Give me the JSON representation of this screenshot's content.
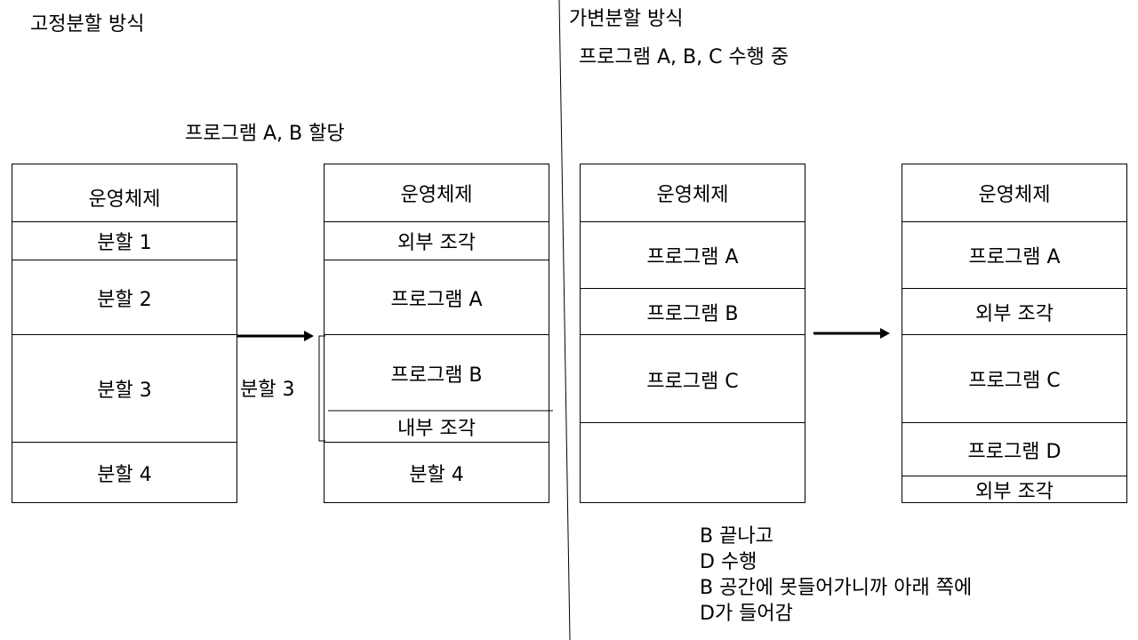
{
  "titles": {
    "fixed": "고정분할 방식",
    "variable": "가변분할 방식",
    "running": "프로그램 A, B, C 수행 중",
    "alloc": "프로그램 A, B 할당"
  },
  "fixed_before": [
    "운영체제",
    "분할 1",
    "분할 2",
    "분할 3",
    "분할 4"
  ],
  "fixed_after": [
    "운영체제",
    "외부 조각",
    "프로그램 A",
    "프로그램 B",
    "내부 조각",
    "분할  4"
  ],
  "bracket_label": "분할 3",
  "var_before": [
    "운영체제",
    "프로그램 A",
    "프로그램 B",
    "프로그램 C",
    ""
  ],
  "var_after": [
    "운영체제",
    "프로그램 A",
    "외부 조각",
    "프로그램 C",
    "프로그램 D",
    "외부 조각"
  ],
  "notes": [
    "B 끝나고",
    "D 수행",
    "B 공간에 못들어가니까 아래 쪽에",
    "D가 들어감"
  ]
}
